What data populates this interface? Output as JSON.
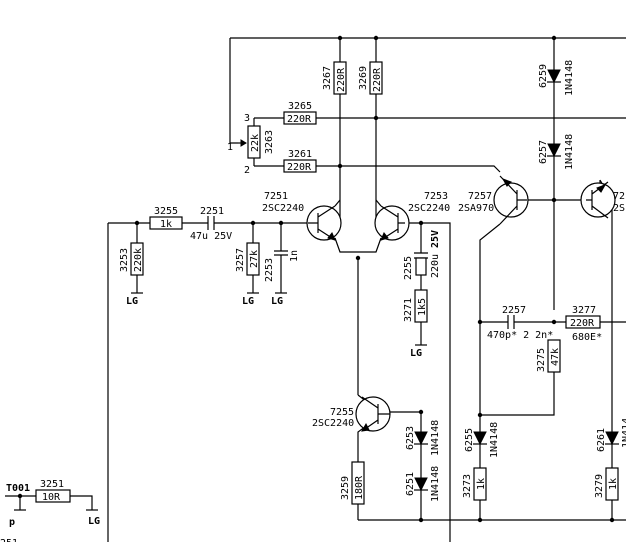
{
  "resistors": {
    "r3267": {
      "ref": "3267",
      "value": "220R"
    },
    "r3269": {
      "ref": "3269",
      "value": "220R"
    },
    "r3265": {
      "ref": "3265",
      "value": "220R"
    },
    "r3263": {
      "ref": "3263",
      "value": "22k"
    },
    "r3261": {
      "ref": "3261",
      "value": "220R"
    },
    "r3255": {
      "ref": "3255",
      "value": "1k"
    },
    "r3253": {
      "ref": "3253",
      "value": "220k"
    },
    "r3257": {
      "ref": "3257",
      "value": "27k"
    },
    "r3271": {
      "ref": "3271",
      "value": "1k5"
    },
    "r3277": {
      "ref": "3277",
      "value": "220R",
      "extra": "680E*"
    },
    "r3275": {
      "ref": "3275",
      "value": "47k"
    },
    "r3259": {
      "ref": "3259",
      "value": "180R"
    },
    "r3273": {
      "ref": "3273",
      "value": "1k"
    },
    "r3279": {
      "ref": "3279",
      "value": "1k"
    },
    "r3251": {
      "ref": "3251",
      "value": "10R"
    }
  },
  "capacitors": {
    "c2251": {
      "ref": "2251",
      "value": "47u 25V"
    },
    "c2253": {
      "ref": "2253",
      "value": "1n"
    },
    "c2255": {
      "ref": "2255",
      "value": "220u",
      "voltage": "25V"
    },
    "c2257": {
      "ref": "2257",
      "value": "470p* 2 2n*"
    }
  },
  "diodes": {
    "d6259": {
      "ref": "6259",
      "type": "1N4148"
    },
    "d6257": {
      "ref": "6257",
      "type": "1N4148"
    },
    "d6253": {
      "ref": "6253",
      "type": "1N4148"
    },
    "d6251": {
      "ref": "6251",
      "type": "1N4148"
    },
    "d6255": {
      "ref": "6255",
      "type": "1N4148"
    },
    "d6261": {
      "ref": "6261",
      "type": "1N414"
    }
  },
  "transistors": {
    "t7251": {
      "ref": "7251",
      "type": "2SC2240"
    },
    "t7253": {
      "ref": "7253",
      "type": "2SC2240"
    },
    "t7257": {
      "ref": "7257",
      "type": "2SA970"
    },
    "t7259": {
      "ref": "72",
      "type": "2S"
    },
    "t7255": {
      "ref": "7255",
      "type": "2SC2240"
    }
  },
  "pins": {
    "p1": "1",
    "p2": "2",
    "p3": "3"
  },
  "ground_label": "LG",
  "terminal": {
    "ref": "T001",
    "pin": "p"
  },
  "cut_off_text": "251"
}
